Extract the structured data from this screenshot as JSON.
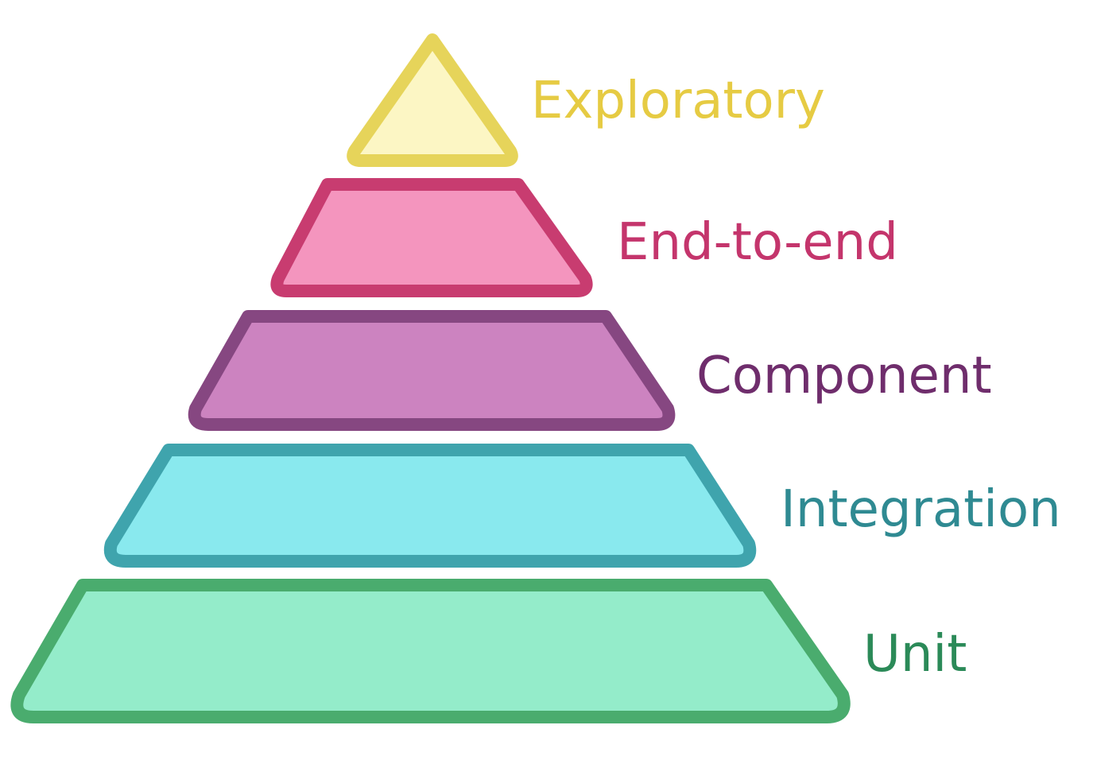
{
  "tiers": [
    {
      "label": "Exploratory",
      "fill": "#fcf6c4",
      "stroke": "#e6d45a",
      "text_color": "#e6cb43"
    },
    {
      "label": "End-to-end",
      "fill": "#f495be",
      "stroke": "#c83c70",
      "text_color": "#c4356c"
    },
    {
      "label": "Component",
      "fill": "#cc83c0",
      "stroke": "#864781",
      "text_color": "#6f2d6c"
    },
    {
      "label": "Integration",
      "fill": "#89e9ee",
      "stroke": "#3fa4ad",
      "text_color": "#2f8a92"
    },
    {
      "label": "Unit",
      "fill": "#94ecca",
      "stroke": "#4aac6e",
      "text_color": "#2b8a58"
    }
  ]
}
